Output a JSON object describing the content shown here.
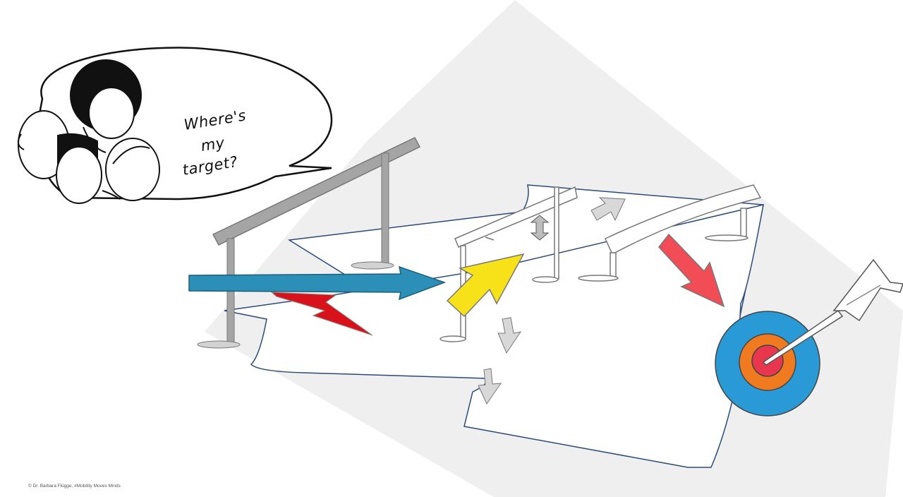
{
  "speech_bubble": {
    "lines": [
      "Where's",
      "my",
      "target?"
    ]
  },
  "footer": {
    "copyright": "© Dr. Barbara Flügge, #Mobility Moves Minds"
  },
  "colors": {
    "backdrop": "#efefef",
    "blue_arrow": "#2b8fb8",
    "yellow_arrow": "#f7e21a",
    "red_lightning": "#d9111a",
    "red_arrow": "#f24d57",
    "target_outer": "#2a9ad6",
    "target_middle": "#f07a1f",
    "target_inner": "#e8364f",
    "paper_outline": "#2b4a7a",
    "rail": "#9a9a9a"
  },
  "icons": [
    "people-group-icon",
    "speech-bubble-icon",
    "hurdle-icon",
    "arrow-icon",
    "lightning-icon",
    "height-adjust-icon",
    "target-icon",
    "dart-icon"
  ]
}
